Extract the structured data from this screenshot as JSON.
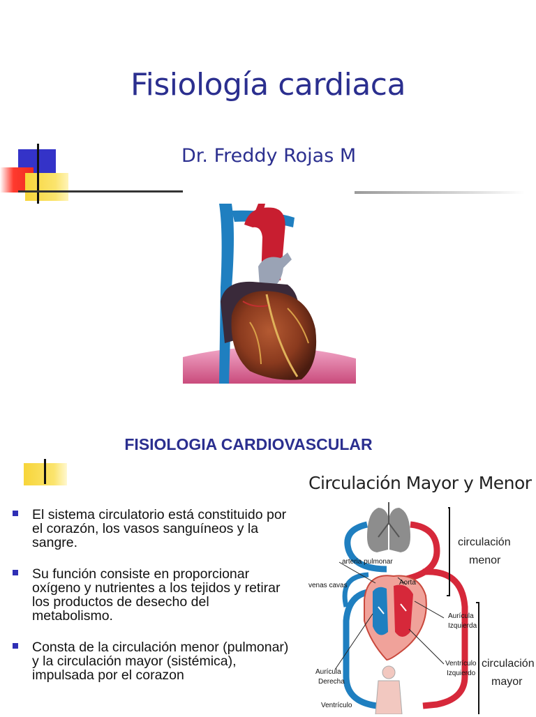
{
  "slide1": {
    "title": "Fisiología cardiaca",
    "subtitle": "Dr. Freddy Rojas M"
  },
  "slide2": {
    "heading": "FISIOLOGIA CARDIOVASCULAR",
    "bullets": [
      "El sistema circulatorio está constituido por el corazón, los vasos sanguíneos y la sangre.",
      "Su función consiste en proporcionar oxígeno y nutrientes a los tejidos y retirar los productos de desecho del metabolismo.",
      "Consta de la circulación menor (pulmonar) y la circulación mayor (sistémica), impulsada por el corazon"
    ],
    "diagram": {
      "title": "Circulación Mayor y Menor",
      "labels": {
        "arteria_pulmonar": "arteria pulmonar",
        "venas_cavas": "venas cavas",
        "aorta": "Aorta",
        "auricula_izq_1": "Aurícula",
        "auricula_izq_2": "Izquierda",
        "ventriculo_izq_1": "Ventrículo",
        "ventriculo_izq_2": "Izquierdo",
        "auricula_der_1": "Aurícula",
        "auricula_der_2": "Derecha",
        "ventriculo_der_1": "Ventrículo"
      },
      "bracket_labels": {
        "menor_1": "circulación",
        "menor_2": "menor",
        "mayor_1": "circulación",
        "mayor_2": "mayor"
      }
    }
  },
  "colors": {
    "title_blue": "#2b2f8f",
    "bullet_blue": "#2f2fb5",
    "deco_blue": "#3433c8",
    "deco_red": "#ee2a20",
    "deco_yellow": "#f7d53a",
    "artery_red": "#d6283a",
    "vein_blue": "#1f7fc0"
  }
}
